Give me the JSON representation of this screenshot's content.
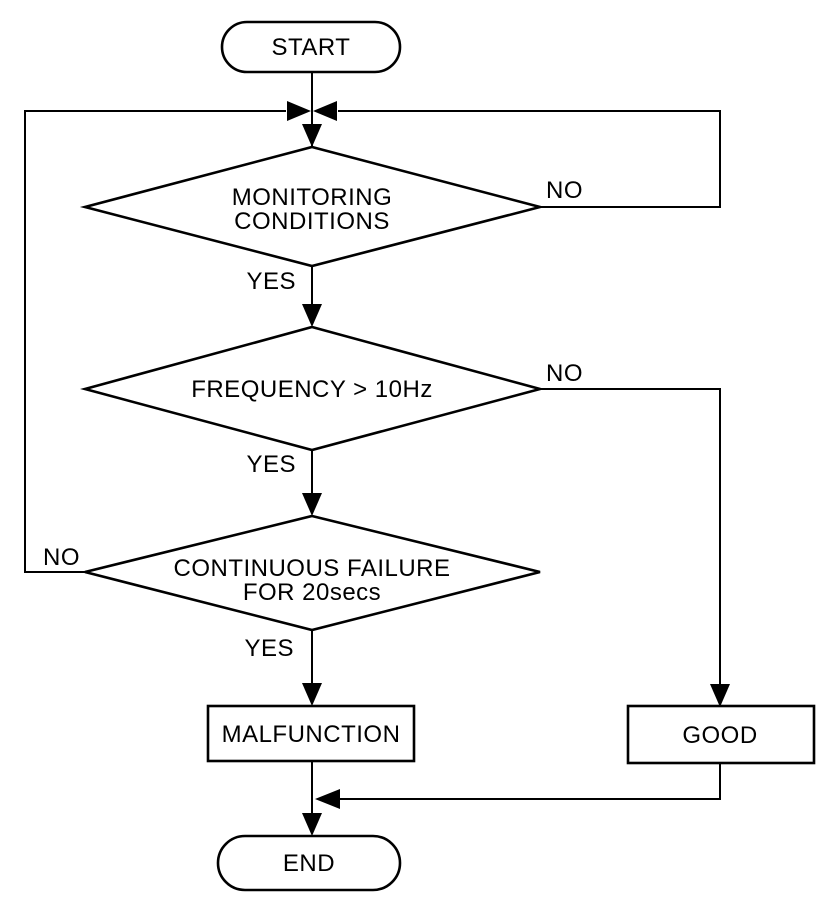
{
  "canvas": {
    "background_color": "#ffffff",
    "line_color": "#000000",
    "text_color": "#000000"
  },
  "nodes": {
    "start": {
      "type": "terminator",
      "label": "START"
    },
    "monitoring": {
      "type": "decision",
      "line1": "MONITORING",
      "line2": "CONDITIONS"
    },
    "frequency": {
      "type": "decision",
      "label": "FREQUENCY > 10Hz"
    },
    "continuous": {
      "type": "decision",
      "line1": "CONTINUOUS FAILURE",
      "line2": "FOR 20secs"
    },
    "malfunction": {
      "type": "process",
      "label": "MALFUNCTION"
    },
    "good": {
      "type": "process",
      "label": "GOOD"
    },
    "end": {
      "type": "terminator",
      "label": "END"
    }
  },
  "edge_labels": {
    "monitoring_no": "NO",
    "monitoring_yes": "YES",
    "frequency_no": "NO",
    "frequency_yes": "YES",
    "continuous_no": "NO",
    "continuous_yes": "YES"
  }
}
